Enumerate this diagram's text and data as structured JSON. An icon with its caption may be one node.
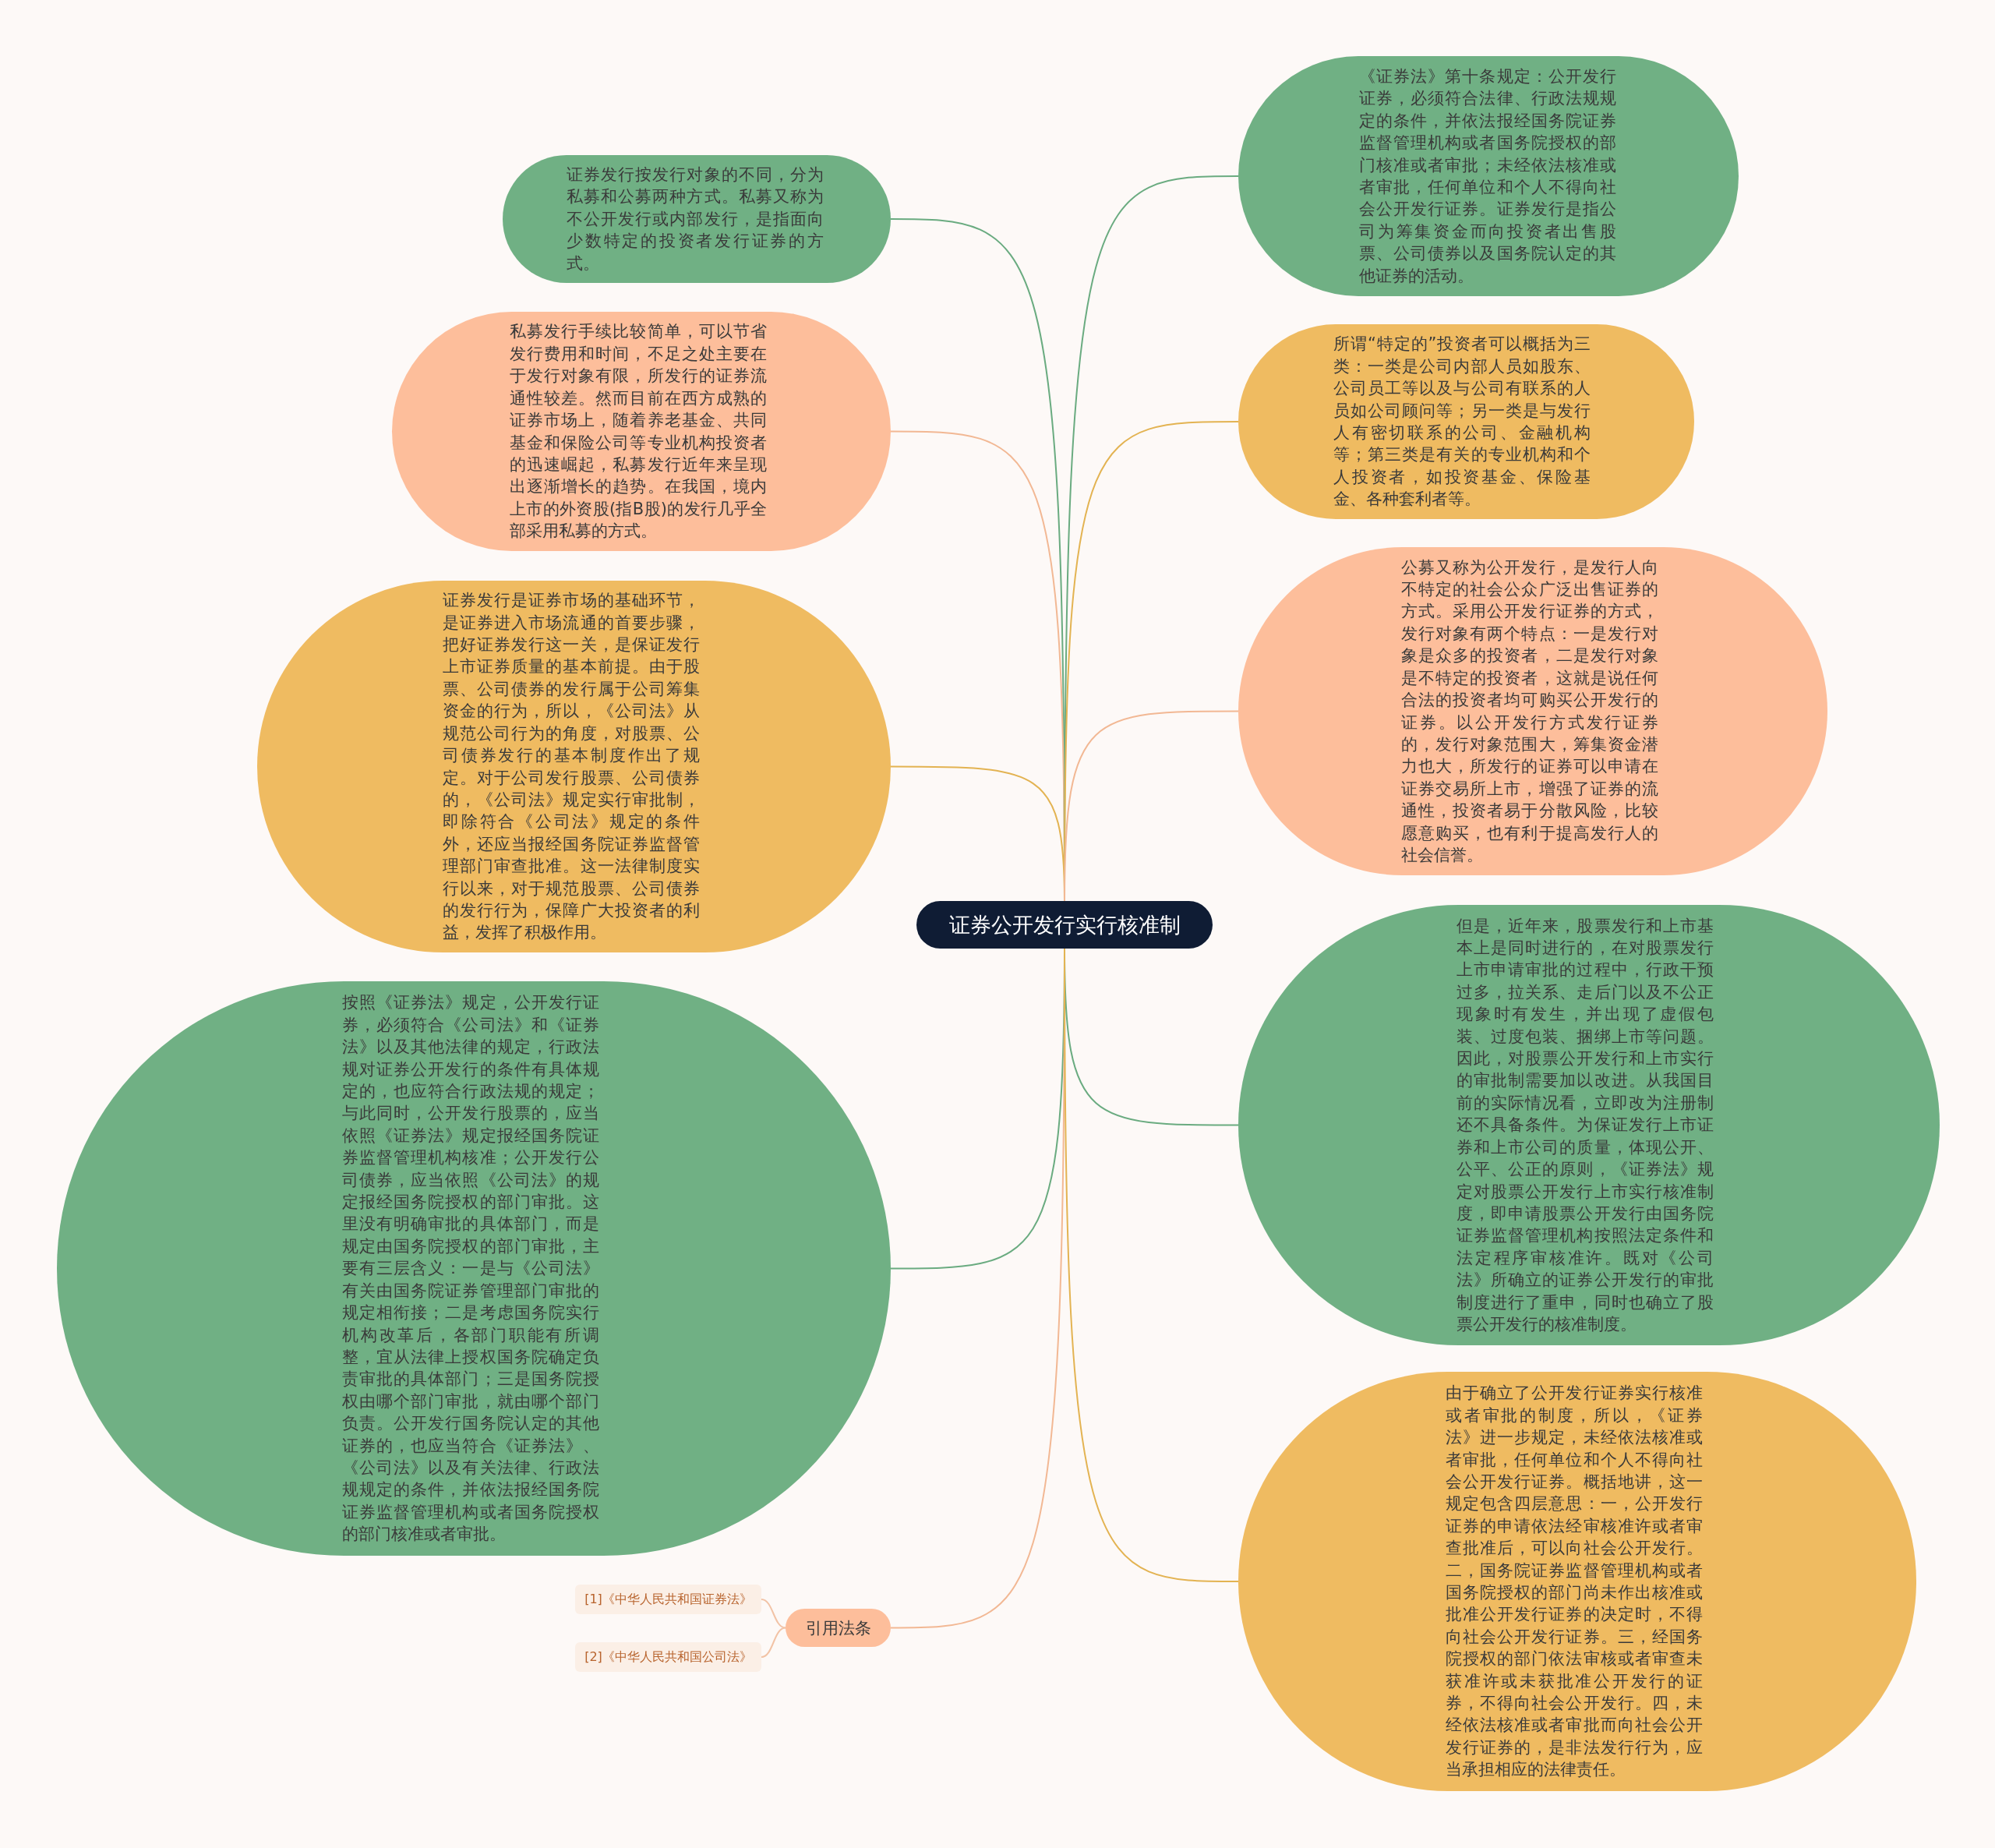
{
  "diagram": {
    "nodes": [
      {
        "text": [
          "证券公开发行实行核准制"
        ]
      },
      {
        "text": [
          "证券发行按发行对象的不同，分为私募和公募两种方式。私募又称为不公开发行或内部发行，是指面向少数特定的投资者发行证券的方式。"
        ]
      },
      {
        "text": [
          "私募发行手续比较简单，可以节省发行费用和时间，不足之处主要在于发行对象有限，所发行的证券流通性较差。然而目前在西方成熟的证券市场上，随着养老基金、共同基金和保险公司等专业机构投资者的迅速崛起，私募发行近年来呈现出逐渐增长的趋势。在我国，境内上市的外资股(指B股)的发行几乎全部采用私募的方式。"
        ]
      },
      {
        "text": [
          "证券发行是证券市场的基础环节，是证券进入市场流通的首要步骤，把好证券发行这一关，是保证发行上市证券质量的基本前提。由于股票、公司债券的发行属于公司筹集资金的行为，所以，《公司法》从规范公司行为的角度，对股票、公司债券发行的基本制度作出了规定。对于公司发行股票、公司债券的，《公司法》规定实行审批制，即除符合《公司法》规定的条件外，还应当报经国务院证券监督管理部门审查批准。这一法律制度实行以来，对于规范股票、公司债券的发行行为，保障广大投资者的利益，发挥了积极作用。"
        ]
      },
      {
        "text": [
          "按照《证券法》规定，公开发行证券，必须符合《公司法》和《证券法》以及其他法律的规定，行政法规对证券公开发行的条件有具体规定的，也应符合行政法规的规定；与此同时，公开发行股票的，应当依照《证券法》规定报经国务院证券监督管理机构核准；公开发行公司债券，应当依照《公司法》的规定报经国务院授权的部门审批。这里没有明确审批的具体部门，而是规定由国务院授权的部门审批，主要有三层含义：一是与《公司法》有关由国务院证券管理部门审批的规定相衔接；二是考虑国务院实行机构改革后，各部门职能有所调整，宜从法律上授权国务院确定负责审批的具体部门；三是国务院授权由哪个部门审批，就由哪个部门负责。公开发行国务院认定的其他证券的，也应当符合《证券法》、《公司法》以及有关法律、行政法规规定的条件，并依法报经国务院证券监督管理机构或者国务院授权的部门核准或者审批。"
        ]
      },
      {
        "text": [
          "引用法条"
        ]
      },
      {
        "text": [
          "[1]《中华人民共和国证券法》"
        ]
      },
      {
        "text": [
          "[2]《中华人民共和国公司法》"
        ]
      },
      {
        "text": [
          "《证券法》第十条规定：公开发行证券，必须符合法律、行政法规规定的条件，并依法报经国务院证券监督管理机构或者国务院授权的部门核准或者审批；未经依法核准或者审批，任何单位和个人不得向社会公开发行证券。证券发行是指公司为筹集资金而向投资者出售股票、公司债券以及国务院认定的其他证券的活动。"
        ]
      },
      {
        "text": [
          "所谓“特定的”投资者可以概括为三类：一类是公司内部人员如股东、公司员工等以及与公司有联系的人员如公司顾问等；另一类是与发行人有密切联系的公司、金融机构等；第三类是有关的专业机构和个人投资者，如投资基金、保险基金、各种套利者等。"
        ]
      },
      {
        "text": [
          "公募又称为公开发行，是发行人向不特定的社会公众广泛出售证券的方式。采用公开发行证券的方式，发行对象有两个特点：一是发行对象是众多的投资者，二是发行对象是不特定的投资者，这就是说任何合法的投资者均可购买公开发行的证券。以公开发行方式发行证券的，发行对象范围大，筹集资金潜力也大，所发行的证券可以申请在证券交易所上市，增强了证券的流通性，投资者易于分散风险，比较愿意购买，也有利于提高发行人的社会信誉。"
        ]
      },
      {
        "text": [
          "但是，近年来，股票发行和上市基本上是同时进行的，在对股票发行上市申请审批的过程中，行政干预过多，拉关系、走后门以及不公正现象时有发生，并出现了虚假包装、过度包装、捆绑上市等问题。因此，对股票公开发行和上市实行的审批制需要加以改进。从我国目前的实际情况看，立即改为注册制还不具备条件。为保证发行上市证券和上市公司的质量，体现公开、公平、公正的原则，《证券法》规定对股票公开发行上市实行核准制度，即申请股票公开发行由国务院证券监督管理机构按照法定条件和法定程序审核准许。既对《公司法》所确立的证券公开发行的审批制度进行了重申，同时也确立了股票公开发行的核准制度。"
        ]
      },
      {
        "text": [
          "由于确立了公开发行证券实行核准或者审批的制度，所以，《证券法》进一步规定，未经依法核准或者审批，任何单位和个人不得向社会公开发行证券。概括地讲，这一规定包含四层意思：一，公开发行证券的申请依法经审核准许或者审查批准后，可以向社会公开发行。二，国务院证券监督管理机构或者国务院授权的部门尚未作出核准或批准公开发行证券的决定时，不得向社会公开发行证券。三，经国务院授权的部门依法审核或者审查未获准许或未获批准公开发行的证券，不得向社会公开发行。四，未经依法核准或者审批而向社会公开发行证券的，是非法发行行为，应当承担相应的法律责任。"
        ]
      }
    ],
    "edges": [
      {
        "from": 0,
        "to": 1,
        "arrow": "none",
        "color": "#6aab80"
      },
      {
        "from": 0,
        "to": 2,
        "arrow": "none",
        "color": "#f2b894"
      },
      {
        "from": 0,
        "to": 3,
        "arrow": "none",
        "color": "#e3b352"
      },
      {
        "from": 0,
        "to": 4,
        "arrow": "none",
        "color": "#6aab80"
      },
      {
        "from": 0,
        "to": 5,
        "arrow": "none",
        "color": "#f2b894"
      },
      {
        "from": 5,
        "to": 6,
        "arrow": "none",
        "color": "#f2c3a6"
      },
      {
        "from": 5,
        "to": 7,
        "arrow": "none",
        "color": "#f2c3a6"
      },
      {
        "from": 0,
        "to": 8,
        "arrow": "none",
        "color": "#6aab80"
      },
      {
        "from": 0,
        "to": 9,
        "arrow": "none",
        "color": "#e3b352"
      },
      {
        "from": 0,
        "to": 10,
        "arrow": "none",
        "color": "#f2b894"
      },
      {
        "from": 0,
        "to": 11,
        "arrow": "none",
        "color": "#6aab80"
      },
      {
        "from": 0,
        "to": 12,
        "arrow": "none",
        "color": "#e3b352"
      }
    ]
  }
}
